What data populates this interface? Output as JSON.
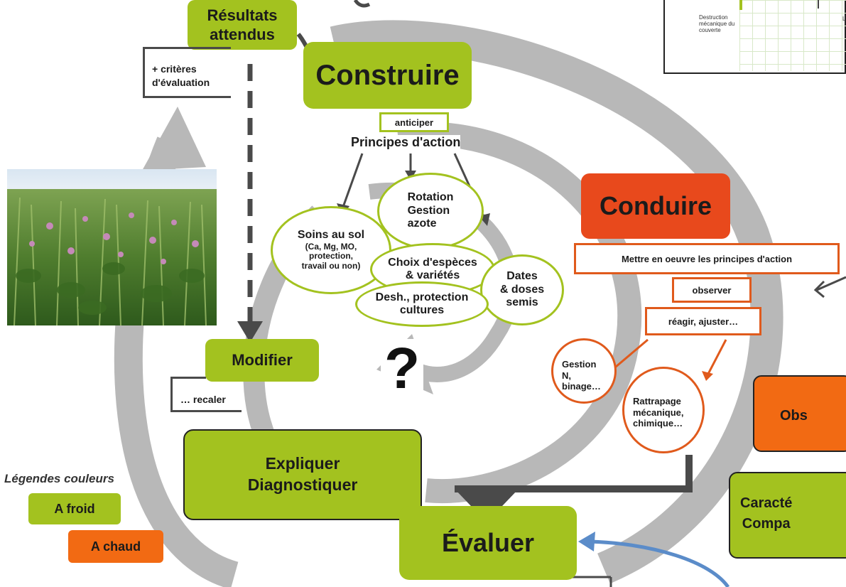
{
  "colors": {
    "green": "#a3c21f",
    "orange": "#f26a13",
    "red_orange": "#e8491c",
    "grey_spiral": "#b5b5b5",
    "blue_arrow": "#5b8cc9"
  },
  "top": {
    "resultats": "Résultats\nattendus",
    "criteres": "+ critères\nd'évaluation"
  },
  "construire": {
    "title": "Construire",
    "anticiper": "anticiper",
    "principes": "Principes d'action"
  },
  "principles": {
    "rotation": "Rotation\nGestion\nazote",
    "soins_title": "Soins au sol",
    "soins_detail": "(Ca, Mg, MO,\nprotection,\ntravail ou non)",
    "choix": "Choix d'espèces\n& variétés",
    "dates": "Dates\n& doses\nsemis",
    "desh": "Desh., protection\ncultures"
  },
  "conduire": {
    "title": "Conduire",
    "mettre": "Mettre en oeuvre les principes d'action",
    "observer": "observer",
    "reagir": "réagir, ajuster…",
    "gestion": "Gestion\nN,\nbinage…",
    "rattrapage": "Rattrapage\nmécanique,\nchimique…"
  },
  "modifier": {
    "title": "Modifier",
    "recaler": "… recaler"
  },
  "question_mark": "?",
  "expliquer": "Expliquer\nDiagnostiquer",
  "evaluer": "Évaluer",
  "legend": {
    "title": "Légendes couleurs",
    "froid": "A froid",
    "chaud": "A chaud"
  },
  "right_partial": {
    "obs": "Obs",
    "caract": "Caracté\nCompa"
  },
  "inset": {
    "label": "Destruction\nmécanique du\ncouverte",
    "letter": "L"
  }
}
